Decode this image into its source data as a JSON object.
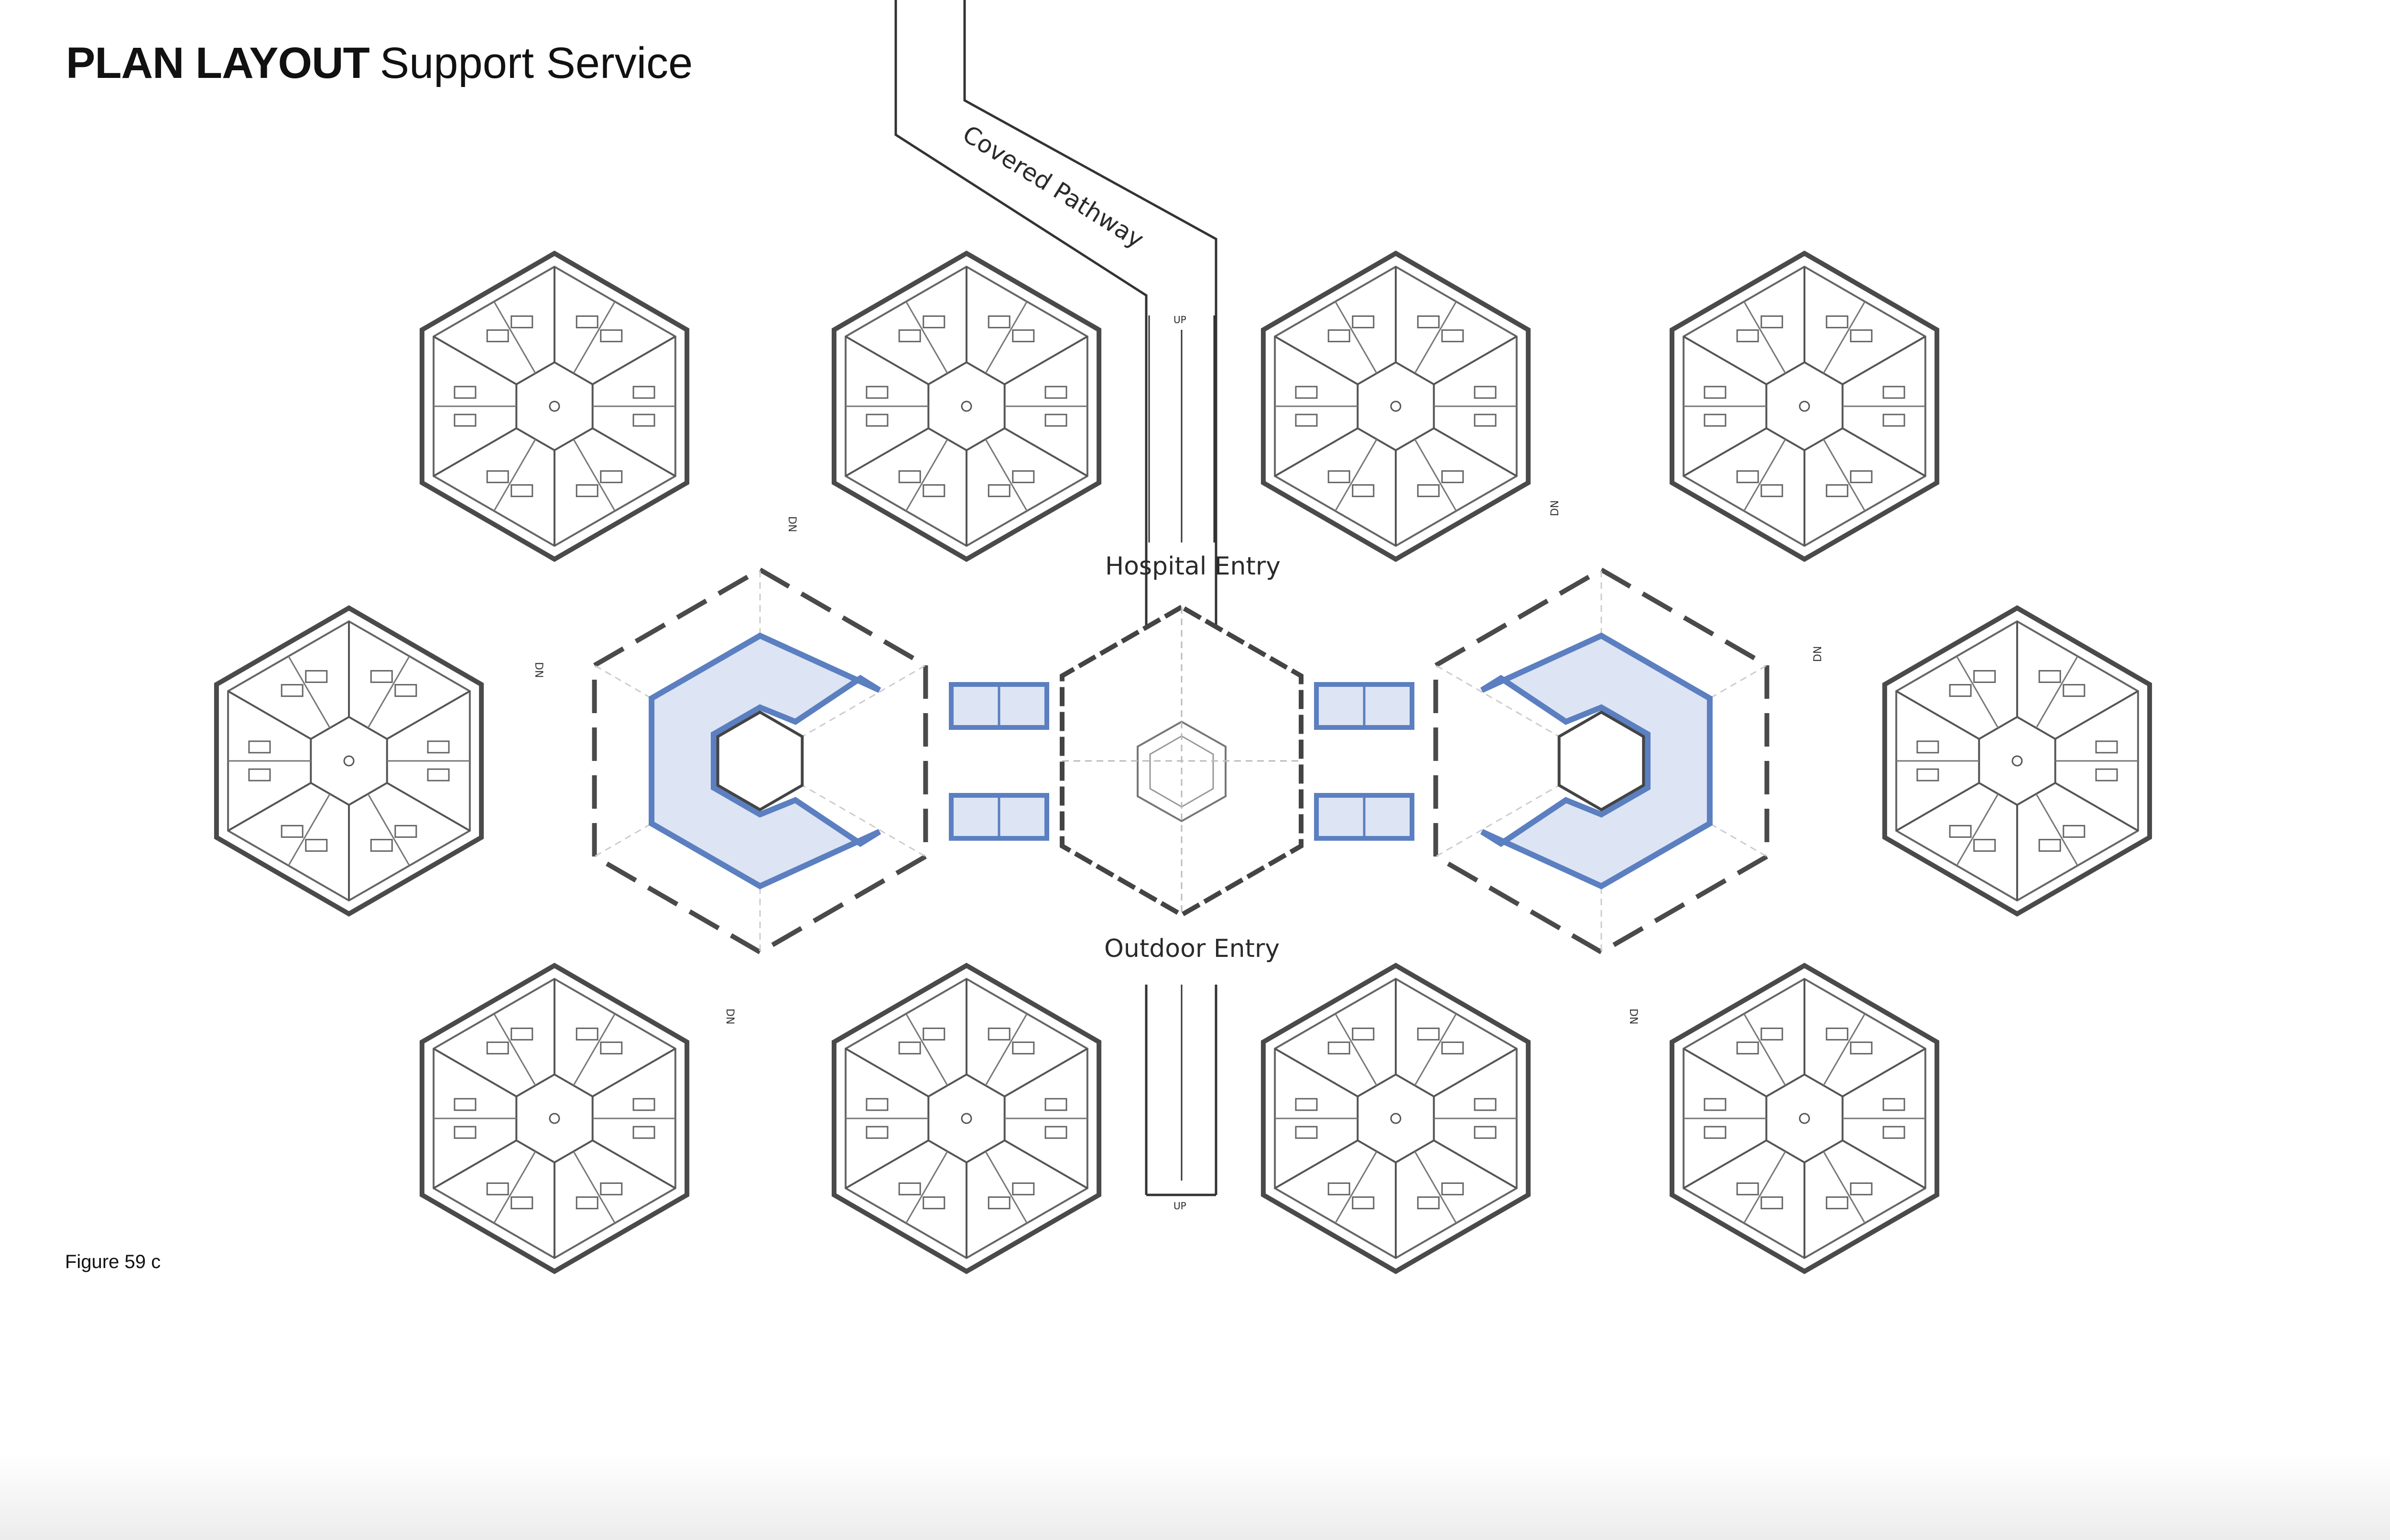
{
  "title": {
    "bold": "PLAN LAYOUT",
    "light": "Support Service"
  },
  "caption": "Figure 59 c",
  "labels": {
    "covered_pathway": "Covered Pathway",
    "hospital_entry": "Hospital Entry",
    "outdoor_entry": "Outdoor Entry",
    "up": "UP",
    "dn": "DN"
  },
  "colors": {
    "highlight_stroke": "#5b7fc0",
    "highlight_fill": "#dde4f4",
    "wall": "#4a4a4a",
    "wall_fill": "#8a8a8a",
    "line": "#333333"
  }
}
